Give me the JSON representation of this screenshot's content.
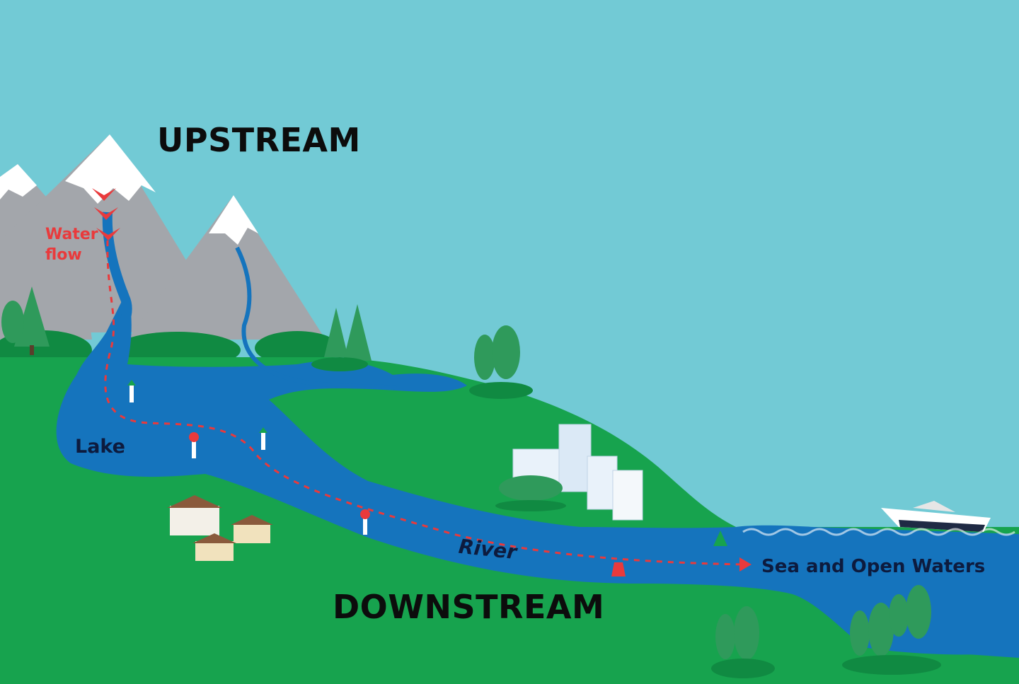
{
  "labels": {
    "upstream": "UPSTREAM",
    "downstream": "DOWNSTREAM",
    "water_flow_line1": "Water",
    "water_flow_line2": "flow",
    "lake": "Lake",
    "river": "River",
    "sea": "Sea and Open Waters"
  },
  "colors": {
    "sky": "#72cad5",
    "land": "#17a34e",
    "water": "#1574bd",
    "mountain": "#a3a6ab",
    "snow": "#ffffff",
    "tree": "#2f9a5b",
    "flow_arrow": "#e93a3c"
  }
}
